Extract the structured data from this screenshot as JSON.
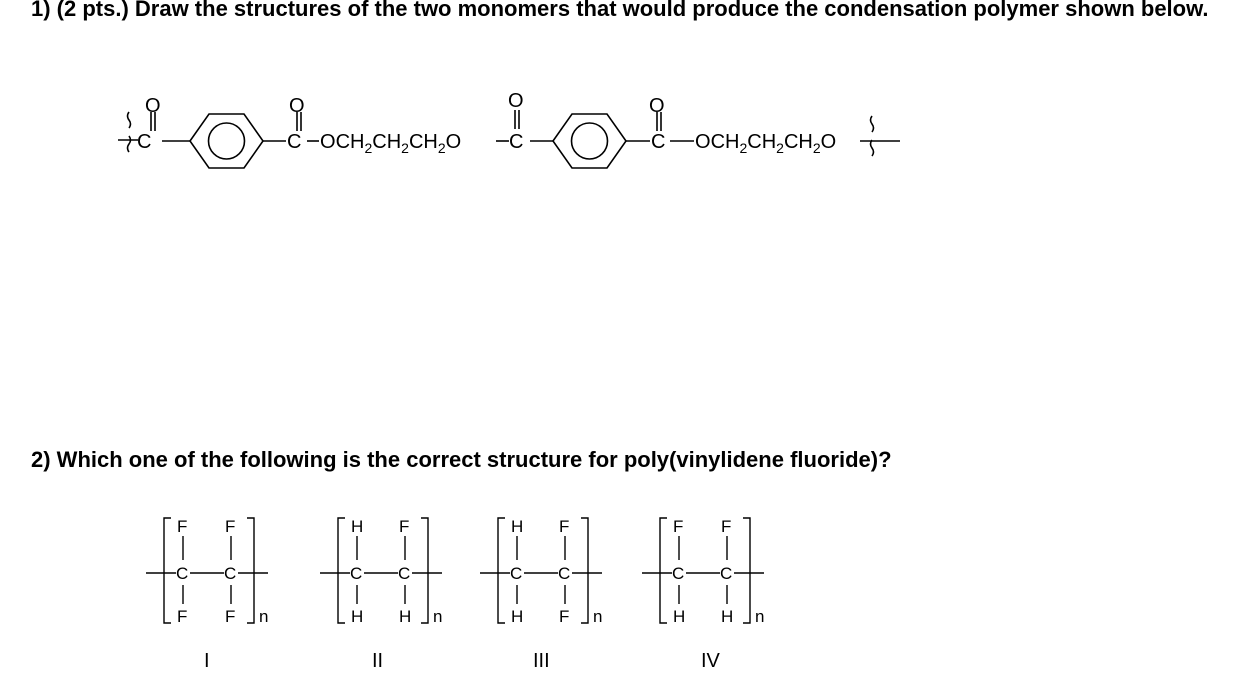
{
  "q1": {
    "text": "1) (2 pts.) Draw the structures of the two monomers that would produce the condensation polymer shown below."
  },
  "polymer_labels": {
    "carbonyl_c": "C",
    "carbonyl_o": "O",
    "spacer_o": "O",
    "ch2": "CH",
    "sub_2": "2"
  },
  "q2": {
    "text": "2) Which one of the following is the correct structure for poly(vinylidene fluoride)?"
  },
  "options": [
    {
      "numeral": "I",
      "top_left": "F",
      "top_right": "F",
      "bottom_left": "F",
      "bottom_right": "F",
      "carbon": "C",
      "subscript": "n"
    },
    {
      "numeral": "II",
      "top_left": "H",
      "top_right": "F",
      "bottom_left": "H",
      "bottom_right": "H",
      "carbon": "C",
      "subscript": "n"
    },
    {
      "numeral": "III",
      "top_left": "H",
      "top_right": "F",
      "bottom_left": "H",
      "bottom_right": "F",
      "carbon": "C",
      "subscript": "n"
    },
    {
      "numeral": "IV",
      "top_left": "F",
      "top_right": "F",
      "bottom_left": "H",
      "bottom_right": "H",
      "carbon": "C",
      "subscript": "n"
    }
  ]
}
